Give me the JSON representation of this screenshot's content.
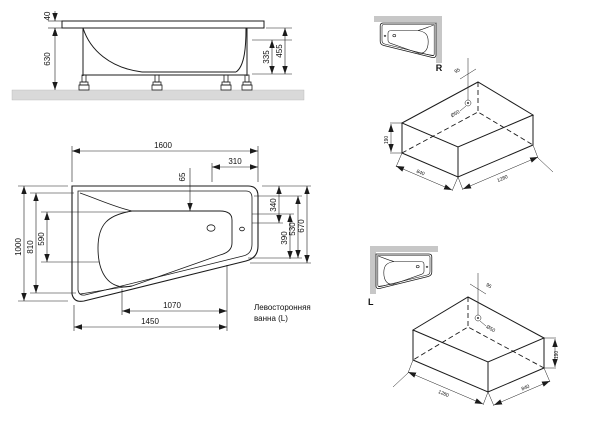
{
  "drawing": {
    "side_view": {
      "dim_rim": "40",
      "dim_height": "630",
      "dim_inner_depth": "335",
      "dim_outer_depth": "455"
    },
    "plan_view": {
      "dim_length": "1600",
      "dim_head": "310",
      "dim_offset": "65",
      "dim_width": "1000",
      "dim_width_inner": "810",
      "dim_width_basin": "590",
      "dim_r1": "340",
      "dim_r2": "390",
      "dim_r3": "530",
      "dim_r4": "670",
      "dim_bottom_inner": "1070",
      "dim_bottom_outer": "1450",
      "caption_line1": "Левосторонняя",
      "caption_line2": "ванна (L)"
    },
    "corner_views": {
      "right_label": "R",
      "left_label": "L"
    },
    "iso_right": {
      "dim_offset": "95",
      "dim_hole": "Ø50",
      "dim_height": "190",
      "dim_width": "840",
      "dim_length": "1280"
    },
    "iso_left": {
      "dim_offset": "95",
      "dim_hole": "Ø50",
      "dim_height": "190",
      "dim_width": "840",
      "dim_length": "1280"
    },
    "colors": {
      "line": "#1b1b1b",
      "wall": "#c7c7c7",
      "ground": "#d9d9d9"
    }
  }
}
